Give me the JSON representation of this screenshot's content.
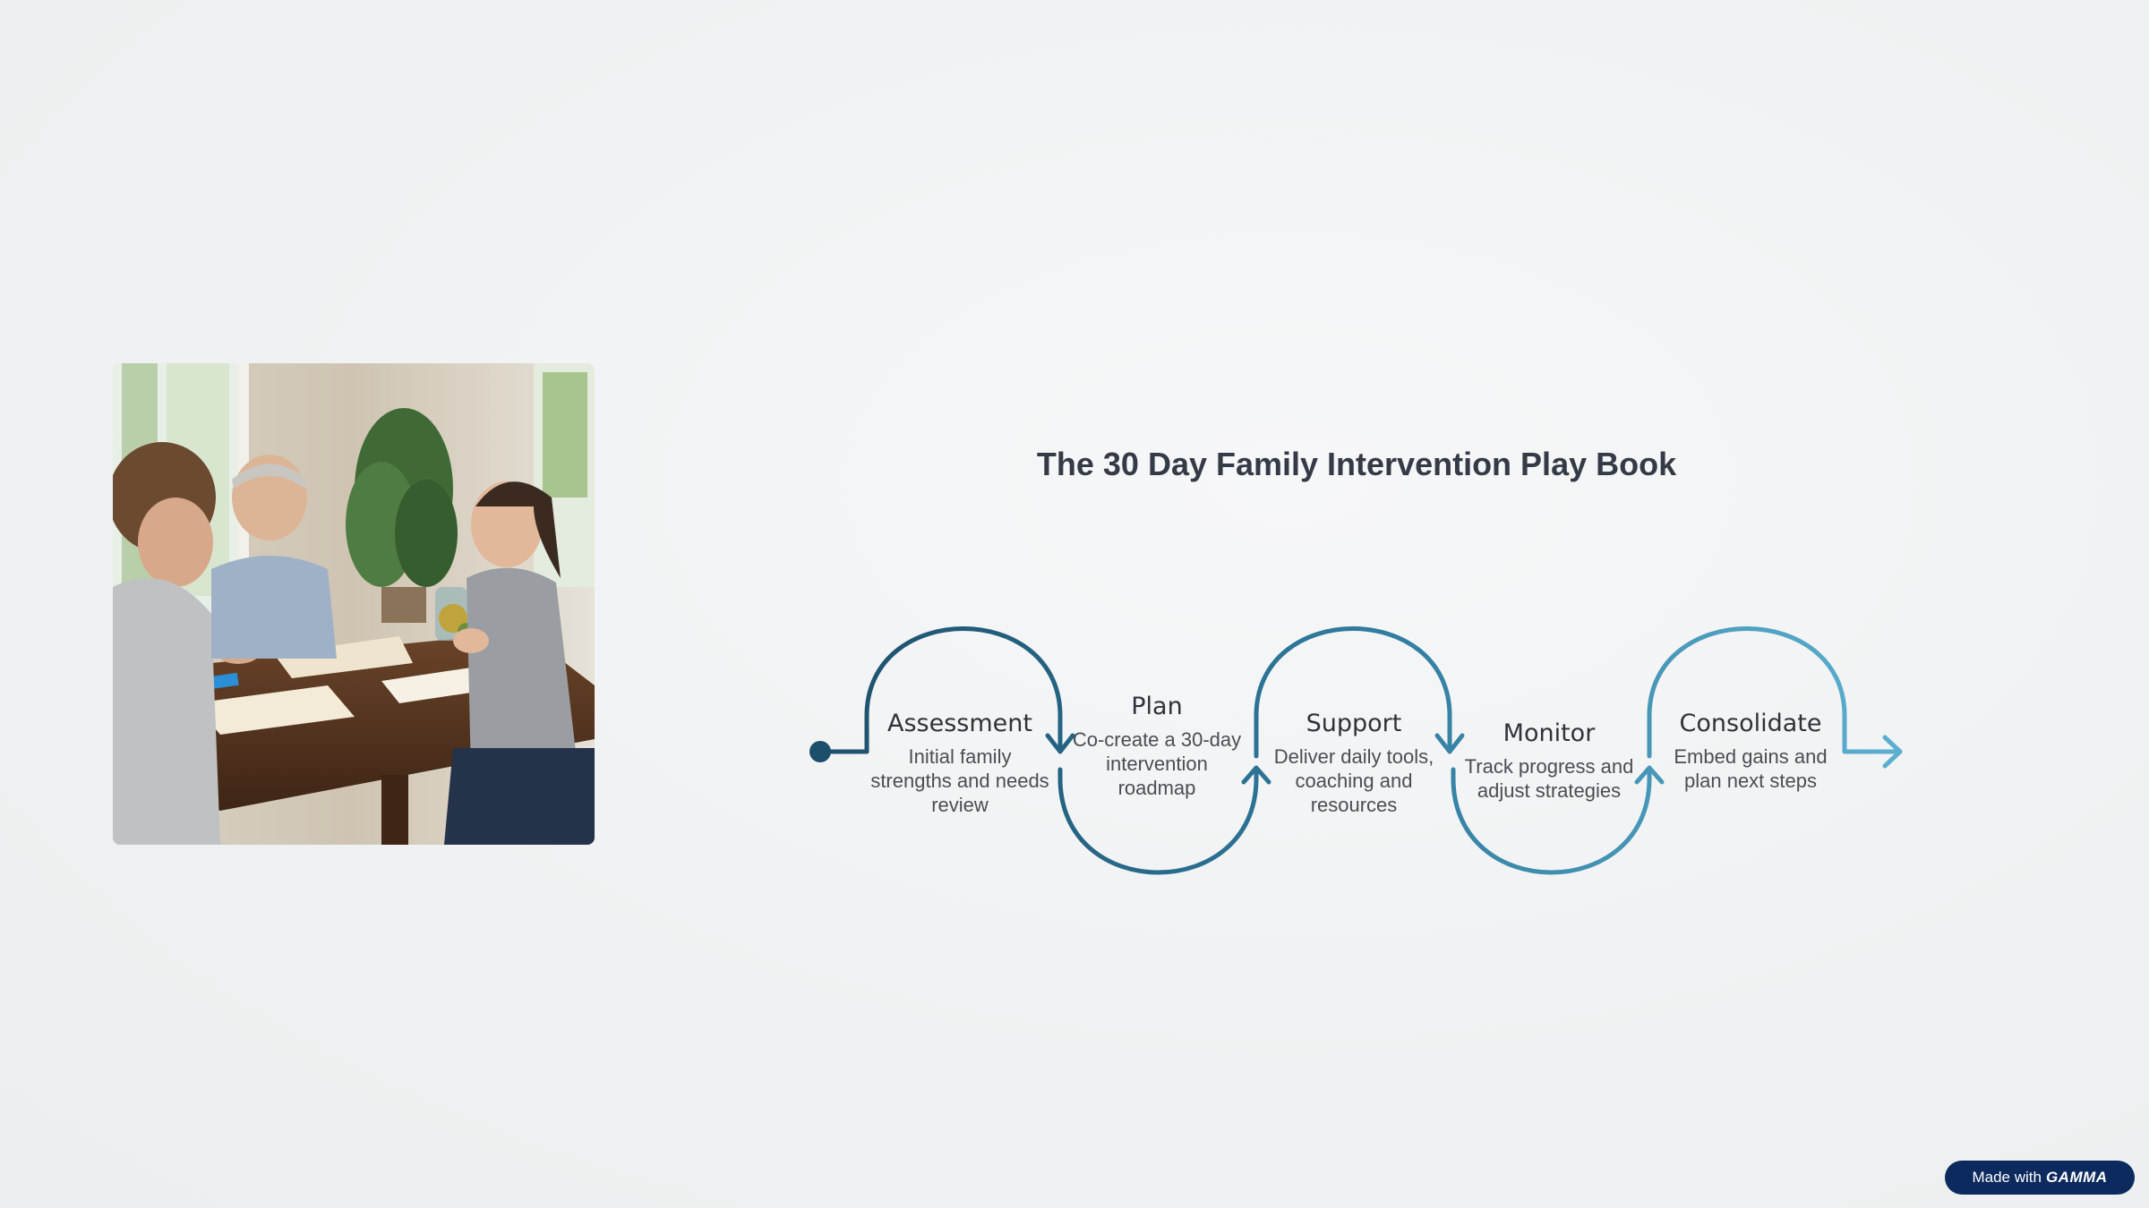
{
  "title": "The 30 Day Family Intervention Play Book",
  "photo": {
    "description_icon": "family-meeting-photo"
  },
  "steps": [
    {
      "heading": "Assessment",
      "description": "Initial family strengths and needs review"
    },
    {
      "heading": "Plan",
      "description": "Co-create a 30-day intervention roadmap"
    },
    {
      "heading": "Support",
      "description": "Deliver daily tools, coaching and resources"
    },
    {
      "heading": "Monitor",
      "description": "Track progress and adjust strategies"
    },
    {
      "heading": "Consolidate",
      "description": "Embed gains and plan next steps"
    }
  ],
  "colors": {
    "flow_start": "#1d4f6b",
    "flow_end": "#5cb0d0",
    "title": "#343a46",
    "badge_bg": "#0c2a5e"
  },
  "badge": {
    "prefix": "Made with",
    "brand": "GAMMA"
  }
}
